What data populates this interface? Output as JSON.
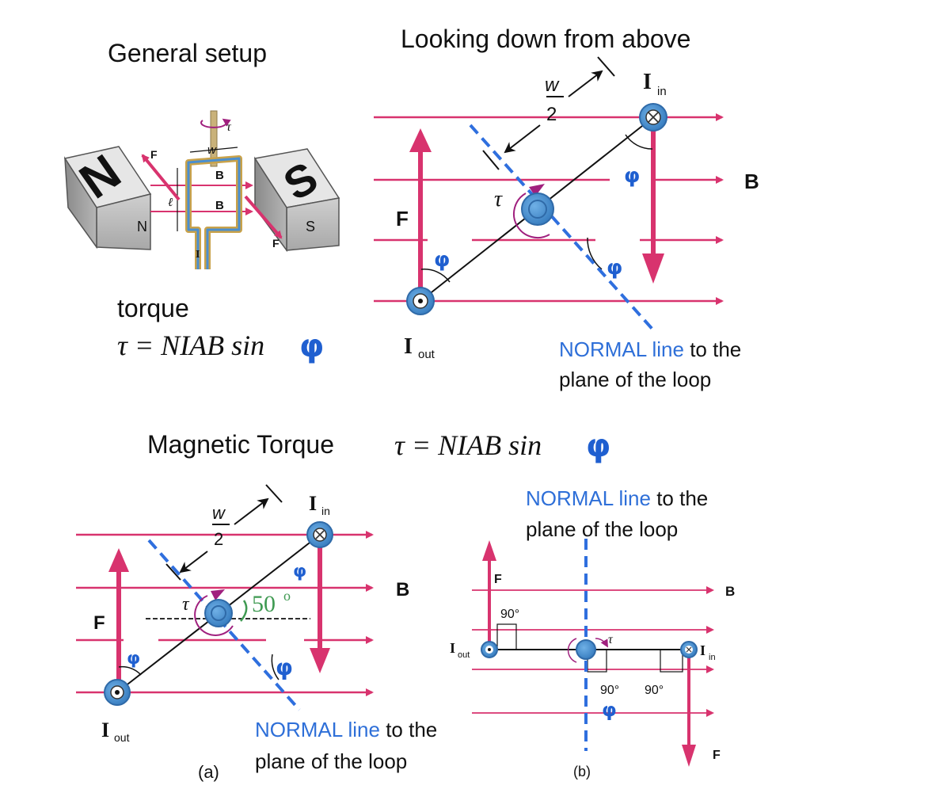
{
  "colors": {
    "field_line": "#d8336e",
    "force_arrow": "#d8336e",
    "normal_line": "#2f6fde",
    "axle": "#4a8fd0",
    "loop": "#222222",
    "angle_green": "#3f9a52",
    "blue_text": "#2e6fd8"
  },
  "general_setup": {
    "title": "General setup",
    "torque_label": "torque",
    "formula": "τ = NIAB sin",
    "phi": "φ",
    "magnet_n": "N",
    "magnet_s": "S",
    "label_f": "F",
    "label_b": "B",
    "label_w": "w",
    "label_l": "ℓ",
    "label_i": "I",
    "label_tau": "τ"
  },
  "top_view": {
    "title": "Looking down from above",
    "w_num": "w",
    "w_den": "2",
    "i_in": "I",
    "i_in_sub": "in",
    "i_out": "I",
    "i_out_sub": "out",
    "label_b": "B",
    "label_f": "F",
    "label_tau": "τ",
    "phi": "φ",
    "normal_blue": "NORMAL line",
    "normal_rest": " to the",
    "normal_line2": "plane of the loop"
  },
  "magnetic_torque": {
    "title": "Magnetic Torque",
    "formula": "τ = NIAB sin",
    "phi": "φ"
  },
  "diagram_a": {
    "w_num": "w",
    "w_den": "2",
    "i_in": "I",
    "i_in_sub": "in",
    "i_out": "I",
    "i_out_sub": "out",
    "label_b": "B",
    "label_f": "F",
    "label_tau": "τ",
    "phi": "φ",
    "angle": "50",
    "angle_unit": "o",
    "caption": "(a)",
    "normal_blue": "NORMAL line",
    "normal_rest": " to the",
    "normal_line2": "plane of the loop"
  },
  "diagram_b": {
    "normal_blue": "NORMAL line",
    "normal_rest": " to the",
    "normal_line2": "plane of the loop",
    "label_f_top": "F",
    "label_f_bottom": "F",
    "label_b": "B",
    "angle_left": "90°",
    "angle_mid": "90°",
    "angle_right": "90°",
    "i_out": "I",
    "i_out_sub": "out",
    "i_in": "I",
    "i_in_sub": "in",
    "label_tau": "τ",
    "phi": "φ",
    "caption": "(b)"
  }
}
